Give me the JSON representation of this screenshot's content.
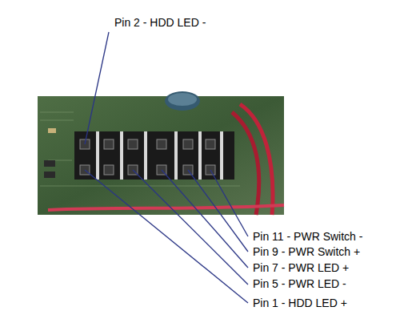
{
  "diagram": {
    "labels": [
      "Pin 2 - HDD LED -",
      "Pin 11 - PWR Switch -",
      "Pin 9 - PWR Switch +",
      "Pin 7 - PWR LED +",
      "Pin 5 - PWR LED -",
      "Pin 1 - HDD LED +"
    ]
  }
}
